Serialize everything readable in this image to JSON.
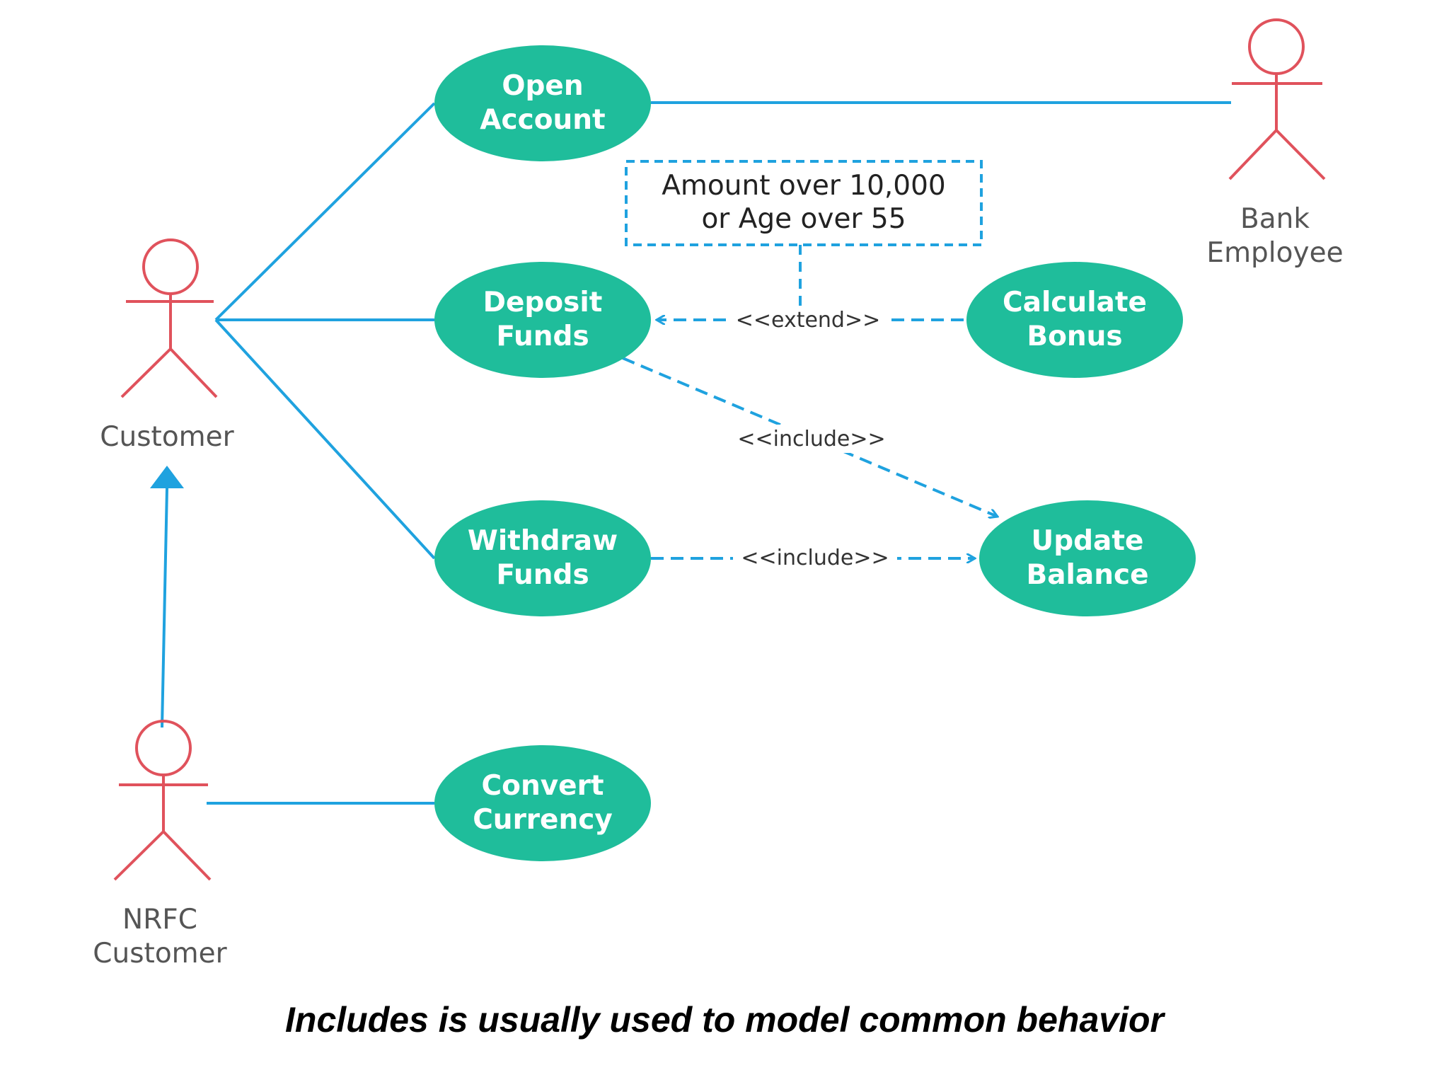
{
  "diagram": {
    "type": "uml-use-case",
    "colors": {
      "use_case_fill": "#1FBD9B",
      "actor_stroke": "#E0525C",
      "association_line": "#1FA2DF",
      "caption_text": "#000000"
    },
    "actors": [
      {
        "id": "customer",
        "label_lines": [
          "Customer"
        ]
      },
      {
        "id": "bank_employee",
        "label_lines": [
          "Bank",
          "Employee"
        ]
      },
      {
        "id": "nrfc_customer",
        "label_lines": [
          "NRFC",
          "Customer"
        ]
      }
    ],
    "use_cases": [
      {
        "id": "open_account",
        "label_lines": [
          "Open",
          "Account"
        ]
      },
      {
        "id": "deposit_funds",
        "label_lines": [
          "Deposit",
          "Funds"
        ]
      },
      {
        "id": "withdraw_funds",
        "label_lines": [
          "Withdraw",
          "Funds"
        ]
      },
      {
        "id": "convert_currency",
        "label_lines": [
          "Convert",
          "Currency"
        ]
      },
      {
        "id": "calculate_bonus",
        "label_lines": [
          "Calculate",
          "Bonus"
        ]
      },
      {
        "id": "update_balance",
        "label_lines": [
          "Update",
          "Balance"
        ]
      }
    ],
    "relationships": [
      {
        "type": "association",
        "from": "customer",
        "to": "open_account"
      },
      {
        "type": "association",
        "from": "customer",
        "to": "deposit_funds"
      },
      {
        "type": "association",
        "from": "customer",
        "to": "withdraw_funds"
      },
      {
        "type": "association",
        "from": "bank_employee",
        "to": "open_account"
      },
      {
        "type": "association",
        "from": "nrfc_customer",
        "to": "convert_currency"
      },
      {
        "type": "generalization",
        "from": "nrfc_customer",
        "to": "customer"
      },
      {
        "type": "extend",
        "from": "calculate_bonus",
        "to": "deposit_funds",
        "label": "<<extend>>"
      },
      {
        "type": "include",
        "from": "deposit_funds",
        "to": "update_balance",
        "label": "<<include>>"
      },
      {
        "type": "include",
        "from": "withdraw_funds",
        "to": "update_balance",
        "label": "<<include>>"
      }
    ],
    "note": {
      "label_lines": [
        "Amount over 10,000",
        "or Age over 55"
      ]
    }
  },
  "caption": "Includes is usually used to model common behavior"
}
